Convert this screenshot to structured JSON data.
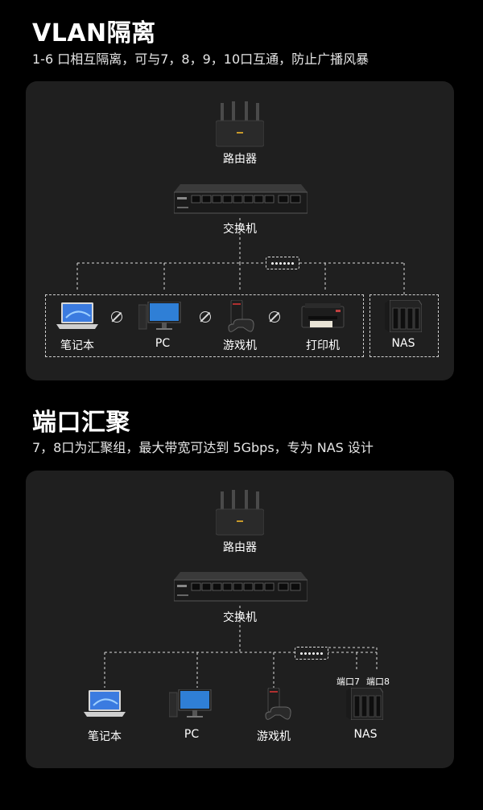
{
  "section1": {
    "title": "VLAN隔离",
    "subtitle": "1-6 口相互隔离，可与7，8，9，10口互通，防止广播风暴",
    "router_label": "路由器",
    "switch_label": "交换机",
    "devices": [
      {
        "name": "laptop",
        "label": "笔记本"
      },
      {
        "name": "pc",
        "label": "PC"
      },
      {
        "name": "console",
        "label": "游戏机"
      },
      {
        "name": "printer",
        "label": "打印机"
      },
      {
        "name": "nas",
        "label": "NAS"
      }
    ]
  },
  "section2": {
    "title": "端口汇聚",
    "subtitle": "7，8口为汇聚组，最大带宽可达到 5Gbps，专为 NAS 设计",
    "router_label": "路由器",
    "switch_label": "交换机",
    "port7": "端口7",
    "port8": "端口8",
    "devices": [
      {
        "name": "laptop",
        "label": "笔记本"
      },
      {
        "name": "pc",
        "label": "PC"
      },
      {
        "name": "console",
        "label": "游戏机"
      },
      {
        "name": "nas",
        "label": "NAS"
      }
    ]
  },
  "colors": {
    "background": "#000000",
    "card": "#1f1f1f",
    "line": "#dddddd"
  }
}
